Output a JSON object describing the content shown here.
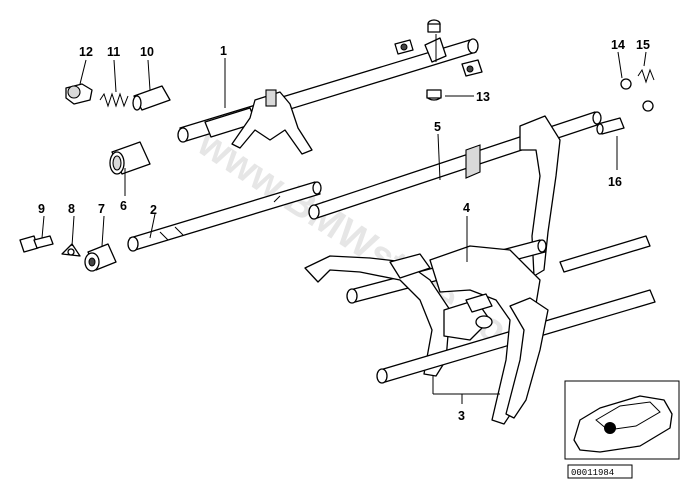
{
  "watermark": "www.BMWstore.com",
  "part_labels": [
    {
      "id": "1",
      "text": "1"
    },
    {
      "id": "2",
      "text": "2"
    },
    {
      "id": "3",
      "text": "3"
    },
    {
      "id": "4",
      "text": "4"
    },
    {
      "id": "5",
      "text": "5"
    },
    {
      "id": "6",
      "text": "6"
    },
    {
      "id": "7",
      "text": "7"
    },
    {
      "id": "8",
      "text": "8"
    },
    {
      "id": "9",
      "text": "9"
    },
    {
      "id": "10",
      "text": "10"
    },
    {
      "id": "11",
      "text": "11"
    },
    {
      "id": "12",
      "text": "12"
    },
    {
      "id": "13",
      "text": "13"
    },
    {
      "id": "14",
      "text": "14"
    },
    {
      "id": "15",
      "text": "15"
    },
    {
      "id": "16",
      "text": "16"
    }
  ],
  "diagram_code": "00011984",
  "colors": {
    "line": "#000000",
    "background": "#ffffff",
    "watermark": "#e6e6e6"
  }
}
